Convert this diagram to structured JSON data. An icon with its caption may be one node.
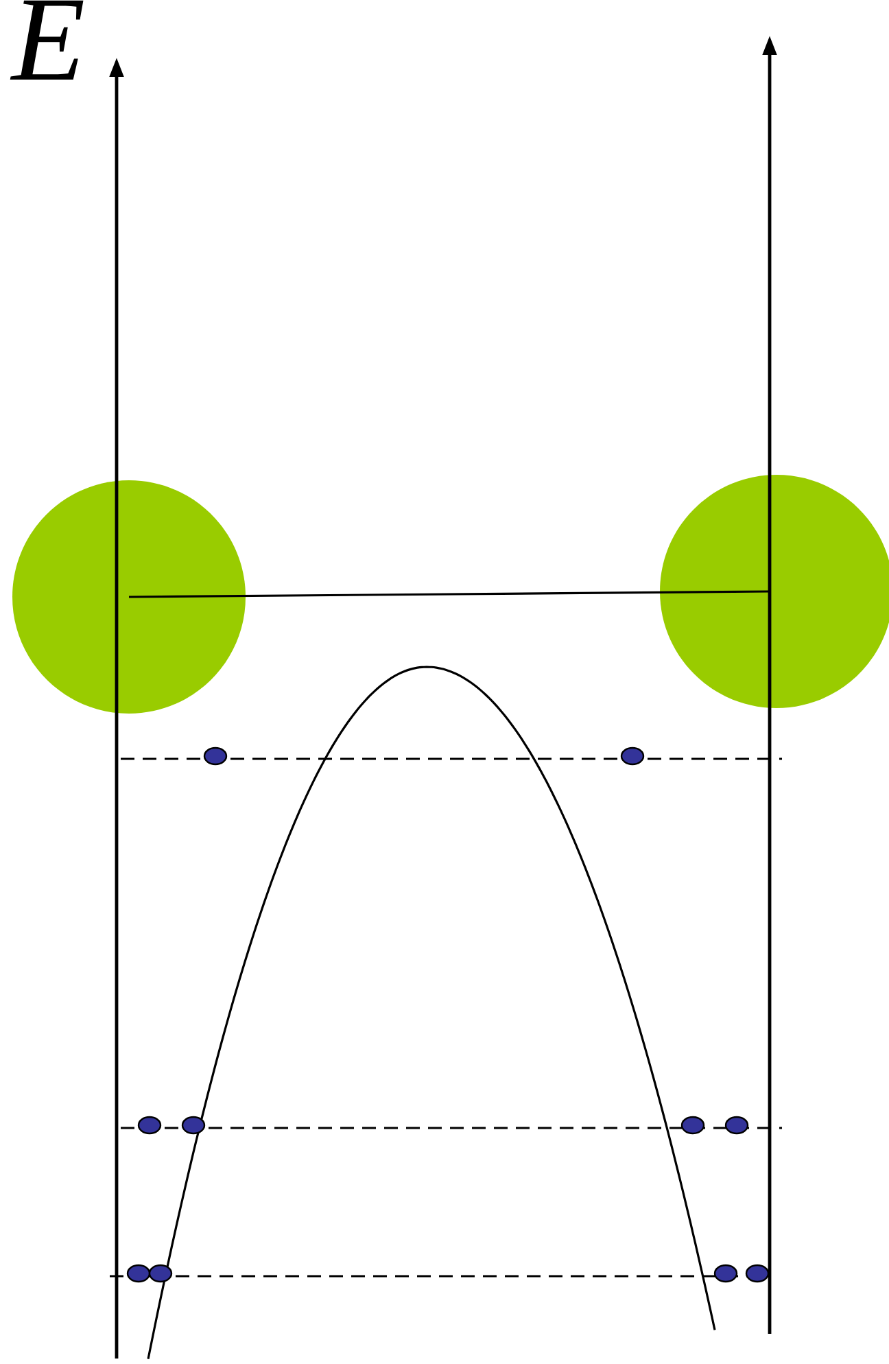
{
  "diagram": {
    "nodes": [
      {
        "text": [],
        "shape": "circle"
      },
      {
        "text": [],
        "shape": "circle"
      }
    ],
    "edges": [
      {
        "from": 0,
        "to": 1,
        "arrow": "none"
      }
    ],
    "labels": [
      "E"
    ]
  }
}
